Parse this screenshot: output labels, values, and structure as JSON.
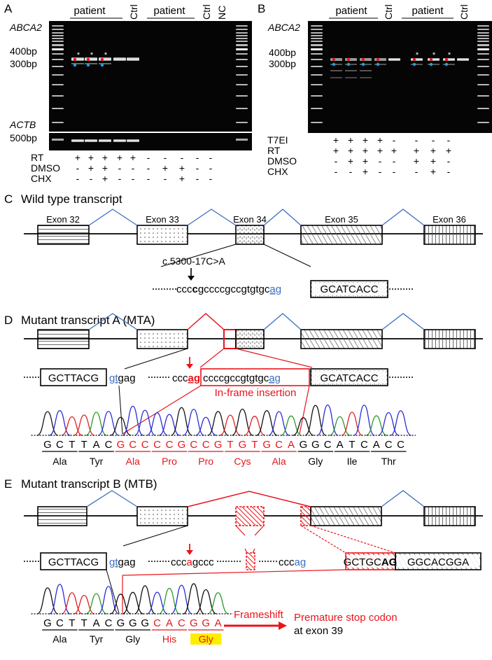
{
  "panel_a": {
    "letter": "A",
    "header_patient_1": "patient",
    "header_ctrl_1": "Ctrl",
    "header_patient_2": "patient",
    "header_ctrl_2": "Ctrl",
    "header_nc": "NC",
    "gene_top": "ABCA2",
    "gene_bottom": "ACTB",
    "size_400": "400bp",
    "size_300": "300bp",
    "size_500": "500bp",
    "rows": [
      {
        "label": "RT",
        "values": [
          "+",
          "+",
          "+",
          "+",
          "+",
          "-",
          "-",
          "-",
          "-",
          "-"
        ]
      },
      {
        "label": "DMSO",
        "values": [
          "-",
          "+",
          "+",
          "-",
          "-",
          "-",
          "+",
          "+",
          "-",
          "-"
        ]
      },
      {
        "label": "CHX",
        "values": [
          "-",
          "-",
          "+",
          "-",
          "-",
          "-",
          "-",
          "+",
          "-",
          "-"
        ]
      }
    ]
  },
  "panel_b": {
    "letter": "B",
    "header_patient_1": "patient",
    "header_ctrl_1": "Ctrl",
    "header_patient_2": "patient",
    "header_ctrl_2": "Ctrl",
    "gene": "ABCA2",
    "size_400": "400bp",
    "size_300": "300bp",
    "rows": [
      {
        "label": "T7EI",
        "values": [
          "+",
          "+",
          "+",
          "+",
          "-",
          "-",
          "-",
          "-"
        ]
      },
      {
        "label": "RT",
        "values": [
          "+",
          "+",
          "+",
          "+",
          "+",
          "+",
          "+",
          "+"
        ]
      },
      {
        "label": "DMSO",
        "values": [
          "-",
          "+",
          "+",
          "-",
          "-",
          "+",
          "+",
          "-"
        ]
      },
      {
        "label": "CHX",
        "values": [
          "-",
          "-",
          "+",
          "-",
          "-",
          "-",
          "+",
          "-"
        ]
      }
    ]
  },
  "panel_c": {
    "letter": "C",
    "title": "Wild type transcript",
    "exons": [
      "Exon 32",
      "Exon 33",
      "Exon 34",
      "Exon 35",
      "Exon 36"
    ],
    "mutation": "c.5300-17C>A",
    "seq_intron_prefix": "ccc",
    "seq_mut_base": "c",
    "seq_intron_mid": "gccccgccgtgtgc",
    "seq_acceptor": "ag",
    "seq_exon": "GCATCACC"
  },
  "panel_d": {
    "letter": "D",
    "title": "Mutant transcript A (MTA)",
    "seq_exon_left": "GCTTACG",
    "seq_donor": "gt",
    "seq_intron_1": "gag",
    "seq_intron_2": "ccc",
    "seq_mut": "ag",
    "seq_insert": "ccccgccgtgtgc",
    "seq_insert_ag": "ag",
    "seq_exon_right": "GCATCACC",
    "insertion_label": "In-frame insertion",
    "bases": [
      "G",
      "C",
      "T",
      "T",
      "A",
      "C",
      "G",
      "C",
      "C",
      "C",
      "C",
      "G",
      "C",
      "C",
      "G",
      "T",
      "G",
      "T",
      "G",
      "C",
      "A",
      "G",
      "G",
      "C",
      "A",
      "T",
      "C",
      "A",
      "C",
      "C"
    ],
    "codons": [
      {
        "aa": "Ala",
        "red": false
      },
      {
        "aa": "Tyr",
        "red": false
      },
      {
        "aa": "Ala",
        "red": true
      },
      {
        "aa": "Pro",
        "red": true
      },
      {
        "aa": "Pro",
        "red": true
      },
      {
        "aa": "Cys",
        "red": true
      },
      {
        "aa": "Ala",
        "red": true
      },
      {
        "aa": "Gly",
        "red": false
      },
      {
        "aa": "Ile",
        "red": false
      },
      {
        "aa": "Thr",
        "red": false
      }
    ]
  },
  "panel_e": {
    "letter": "E",
    "title": "Mutant transcript B (MTB)",
    "seq_exon_left": "GCTTACG",
    "seq_donor": "gt",
    "seq_intron_1": "gag",
    "seq_intron_2": "ccc",
    "seq_mut": "a",
    "seq_intron_3": "gccc",
    "seq_intron_4": "ccc",
    "seq_acceptor": "ag",
    "seq_exon_del": "GCTGC",
    "seq_exon_del_bold": "AG",
    "seq_exon_right": "GGCACGGA",
    "bases": [
      "G",
      "C",
      "T",
      "T",
      "A",
      "C",
      "G",
      "G",
      "G",
      "C",
      "A",
      "C",
      "G",
      "G",
      "A"
    ],
    "codons": [
      {
        "aa": "Ala",
        "red": false
      },
      {
        "aa": "Tyr",
        "red": false
      },
      {
        "aa": "Gly",
        "red": false
      },
      {
        "aa": "His",
        "red": true
      },
      {
        "aa": "Gly",
        "red": true
      }
    ],
    "frameshift": "Frameshift",
    "stop_line1": "Premature stop codon",
    "stop_line2": "at exon 39"
  },
  "colors": {
    "red": "#e8141b",
    "blue": "#3a70c0",
    "highlight": "#ffee00",
    "trace_a": "#2a9a2a",
    "trace_c": "#2b2bd8",
    "trace_g": "#111111",
    "trace_t": "#e02020"
  }
}
